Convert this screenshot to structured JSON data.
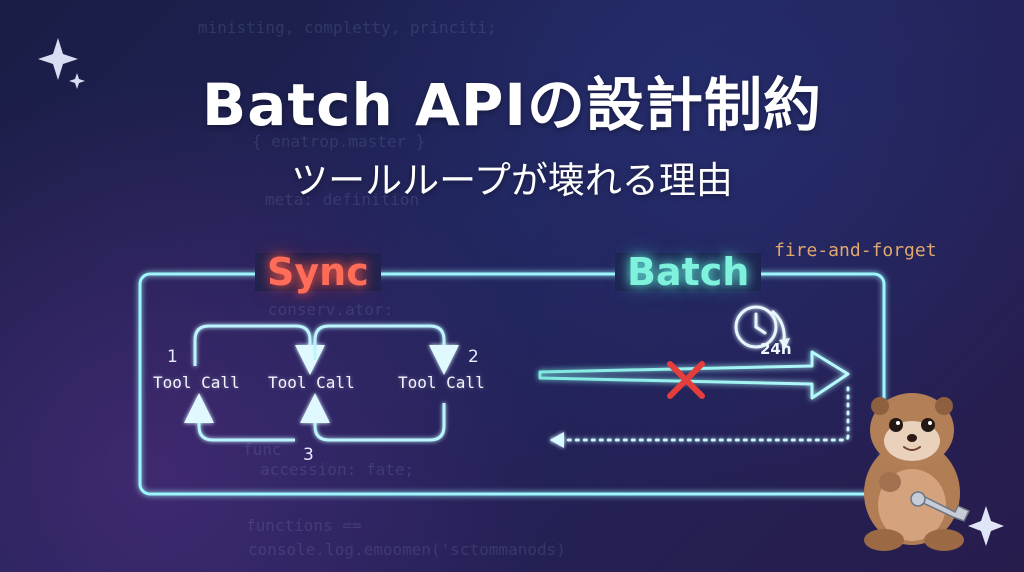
{
  "title": "Batch APIの設計制約",
  "subtitle": "ツールループが壊れる理由",
  "labels": {
    "sync": "Sync",
    "batch": "Batch",
    "fire_and_forget": "fire-and-forget"
  },
  "sync_diagram": {
    "tool_calls": [
      "Tool Call",
      "Tool Call",
      "Tool Call"
    ],
    "step_numbers": [
      "1",
      "2",
      "3"
    ]
  },
  "batch_diagram": {
    "clock_label": "24h",
    "failure_mark": "cross-mark",
    "return_path": "dotted-return-arrow"
  },
  "background_code": [
    "ministing, completty, princiti;",
    "{ enatrop.master }",
    "meta: definition",
    "conserv.ator:",
    "func",
    "accession: fate;",
    "functions ==",
    "console.log.emoomen('sctommanods)"
  ],
  "colors": {
    "background": "#1f2351",
    "sync_accent": "#ff6c58",
    "batch_accent": "#7ff2dd",
    "frame_glow": "#9ef7ff",
    "fire_and_forget": "#e0a86d",
    "cross": "#e53c3c"
  },
  "icons": {
    "sparkle_left": "sparkle-icon",
    "sparkle_right": "sparkle-icon",
    "clock": "clock-icon",
    "mascot": "otter-mascot"
  }
}
